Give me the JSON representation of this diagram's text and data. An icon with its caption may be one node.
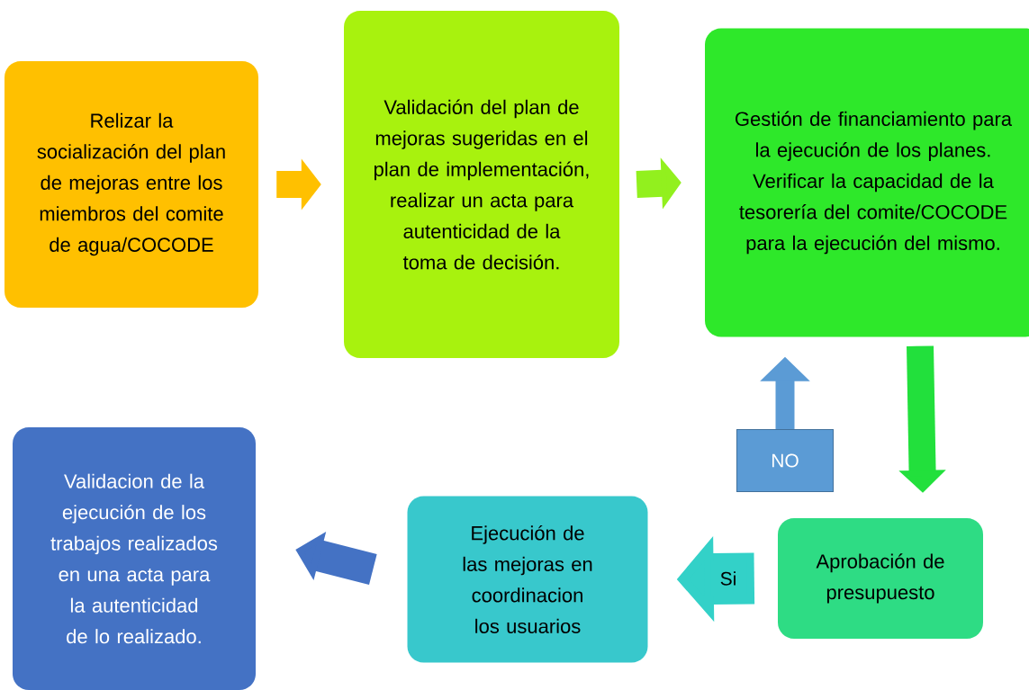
{
  "diagram": {
    "nodes": [
      {
        "text": [
          "Relizar la socialización del plan de mejoras entre los miembros del comite de agua/COCODE"
        ]
      },
      {
        "text": [
          "Validación del plan de mejoras sugeridas en el plan de implementación, realizar un acta para autenticidad de la toma de decisión."
        ]
      },
      {
        "text": [
          "Gestión de financiamiento para la ejecución de los planes. Verificar la capacidad de la tesorería del comite/COCODE para la ejecución del mismo."
        ]
      },
      {
        "text": [
          "Aprobación de presupuesto"
        ]
      },
      {
        "text": [
          "Ejecución de las mejoras en coordinacion los usuarios"
        ]
      },
      {
        "text": [
          "Validacion de la ejecución de los trabajos realizados en una acta para la autenticidad de lo realizado."
        ]
      }
    ],
    "edges": [
      {
        "from": 0,
        "to": 1,
        "arrow": "to",
        "color": "#ffc000"
      },
      {
        "from": 1,
        "to": 2,
        "arrow": "to",
        "color": "#92f01e"
      },
      {
        "from": 2,
        "to": 3,
        "arrow": "to",
        "color": "#22e03c"
      },
      {
        "from": 3,
        "to": 2,
        "arrow": "to",
        "label": "NO",
        "color": "#5b9bd5"
      },
      {
        "from": 3,
        "to": 4,
        "arrow": "to",
        "label": "Si",
        "color": "#33d1c8",
        "style": "thick"
      },
      {
        "from": 4,
        "to": 5,
        "arrow": "to",
        "color": "#4472c4"
      }
    ]
  }
}
